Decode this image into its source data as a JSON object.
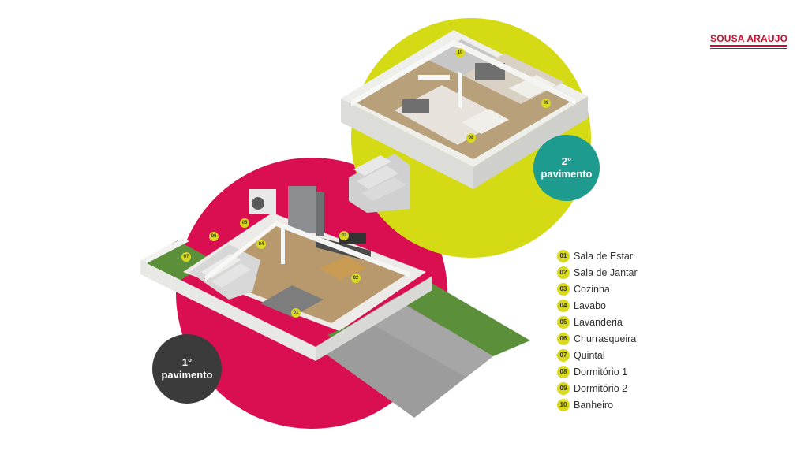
{
  "brand": {
    "name": "SOUSA ARAUJO",
    "color": "#c8102e"
  },
  "floors": {
    "first": {
      "ordinal": "1°",
      "label": "pavimento",
      "color": "#3b3b3b"
    },
    "second": {
      "ordinal": "2°",
      "label": "pavimento",
      "color": "#1d9b8e"
    }
  },
  "colors": {
    "first_floor_circle": "#d90f52",
    "second_floor_circle": "#d4da14",
    "tag": "#d9d91f"
  },
  "legend": [
    {
      "num": "01",
      "label": "Sala de Estar"
    },
    {
      "num": "02",
      "label": "Sala de Jantar"
    },
    {
      "num": "03",
      "label": "Cozinha"
    },
    {
      "num": "04",
      "label": "Lavabo"
    },
    {
      "num": "05",
      "label": "Lavanderia"
    },
    {
      "num": "06",
      "label": "Churrasqueira"
    },
    {
      "num": "07",
      "label": "Quintal"
    },
    {
      "num": "08",
      "label": "Dormitório 1"
    },
    {
      "num": "09",
      "label": "Dormitório 2"
    },
    {
      "num": "10",
      "label": "Banheiro"
    }
  ],
  "plan_tags": {
    "t01": "01",
    "t02": "02",
    "t03": "03",
    "t04": "04",
    "t05": "05",
    "t06": "06",
    "t07": "07",
    "t08": "08",
    "t09": "09",
    "t10": "10"
  }
}
